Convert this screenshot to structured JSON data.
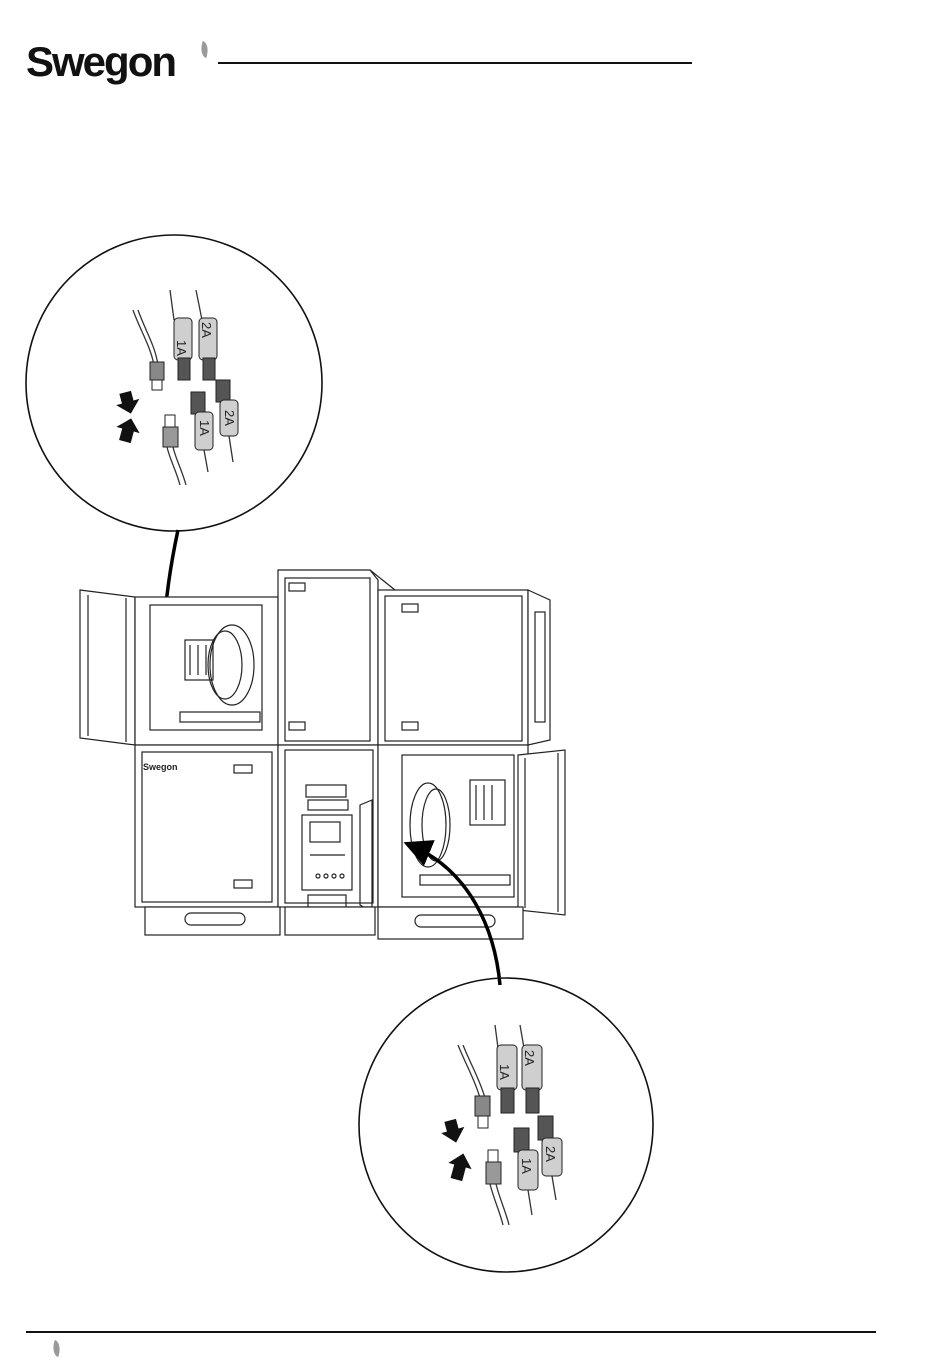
{
  "header": {
    "logo_text": "Swegon"
  },
  "detail_top": {
    "label_1a_upper": "1A",
    "label_2a_upper": "2A",
    "label_1a_lower": "1A",
    "label_2a_lower": "2A"
  },
  "detail_bottom": {
    "label_1a_upper": "1A",
    "label_2a_upper": "2A",
    "label_1a_lower": "1A",
    "label_2a_lower": "2A"
  },
  "unit": {
    "brand_plate": "Swegon"
  }
}
